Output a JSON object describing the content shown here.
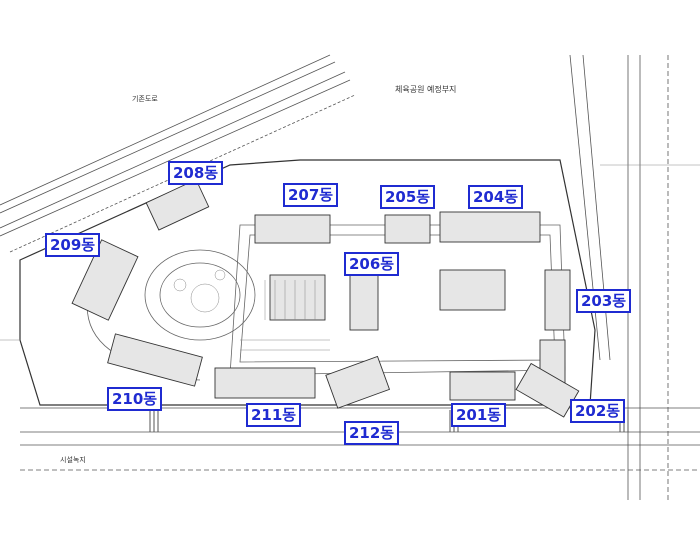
{
  "map": {
    "top_label": "체육공원 예정부지",
    "bottom_left_label": "시설녹지",
    "road_label_left": "기존도로"
  },
  "buildings": [
    {
      "id": "201",
      "label": "201동"
    },
    {
      "id": "202",
      "label": "202동"
    },
    {
      "id": "203",
      "label": "203동"
    },
    {
      "id": "204",
      "label": "204동"
    },
    {
      "id": "205",
      "label": "205동"
    },
    {
      "id": "206",
      "label": "206동"
    },
    {
      "id": "207",
      "label": "207동"
    },
    {
      "id": "208",
      "label": "208동"
    },
    {
      "id": "209",
      "label": "209동"
    },
    {
      "id": "210",
      "label": "210동"
    },
    {
      "id": "211",
      "label": "211동"
    },
    {
      "id": "212",
      "label": "212동"
    }
  ],
  "colors": {
    "label_border": "#1f2bd1",
    "label_text": "#1f2bd1",
    "line_color": "#444444"
  }
}
